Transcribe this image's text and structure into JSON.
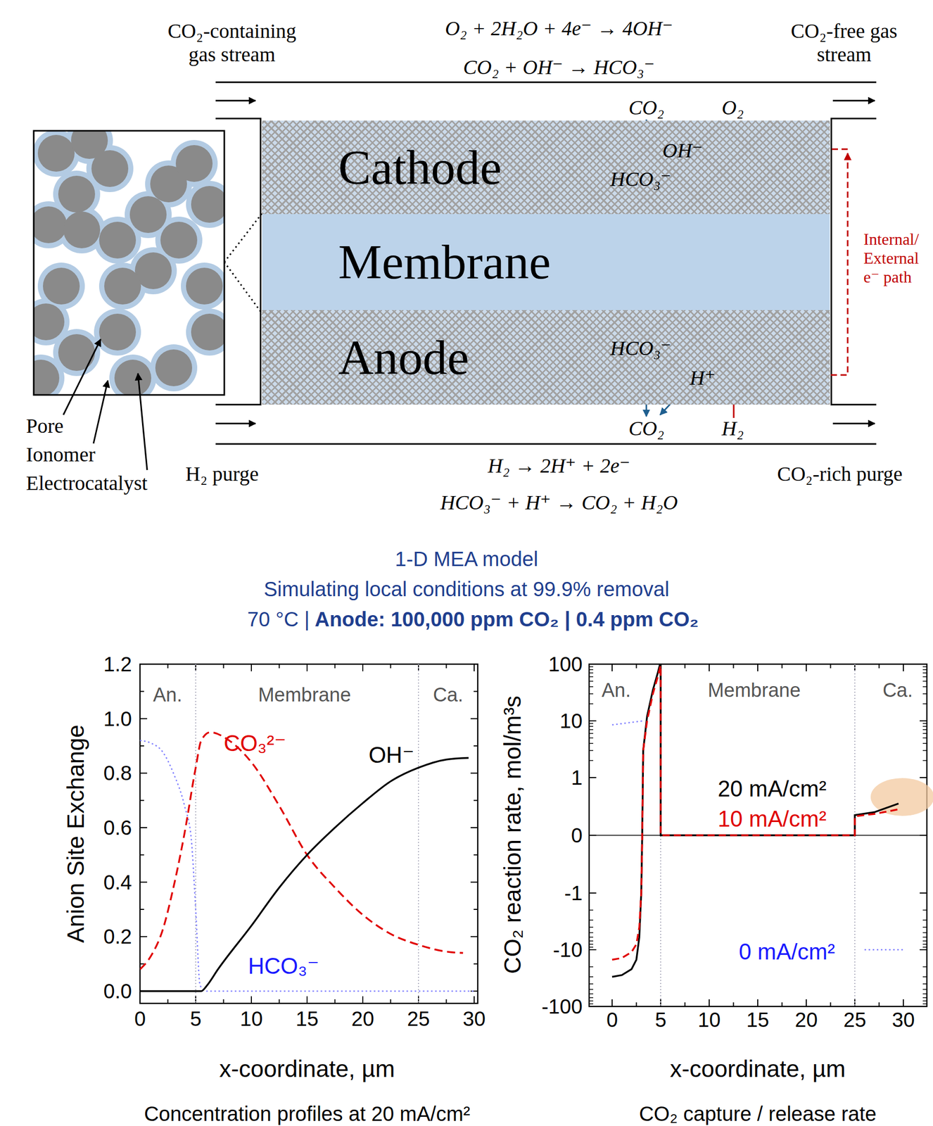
{
  "diagram": {
    "nodes": [
      {
        "text": [
          "Cathode"
        ]
      },
      {
        "text": [
          "Membrane"
        ]
      },
      {
        "text": [
          "Anode"
        ]
      }
    ],
    "labels": [
      "CO₂-containing gas stream",
      "O₂ + 2H₂O + 4e⁻ → 4OH⁻",
      "CO₂ + OH⁻ → HCO₃⁻",
      "CO₂-free gas stream",
      "CO₂",
      "O₂",
      "OH⁻",
      "HCO₃⁻",
      "HCO₃⁻",
      "H⁺",
      "CO₂",
      "H₂",
      "Internal/ External e⁻ path",
      "Pore",
      "Ionomer",
      "Electrocatalyst",
      "H₂ purge",
      "H₂ → 2H⁺ + 2e⁻",
      "HCO₃⁻ + H⁺ → CO₂ + H₂O",
      "CO₂-rich purge",
      "1-D MEA model",
      "Simulating local conditions at 99.9% removal",
      "70 °C |",
      "Anode: 100,000 ppm CO₂ | 0.4 ppm CO₂",
      "An.",
      "Membrane",
      "Ca.",
      "CO₃²⁻",
      "OH⁻",
      "HCO₃⁻",
      "0.0",
      "0.2",
      "0.4",
      "0.6",
      "0.8",
      "1.0",
      "1.2",
      "0",
      "5",
      "10",
      "15",
      "20",
      "25",
      "30",
      "Anion Site Exchange",
      "x-coordinate, µm",
      "Concentration profiles at 20 mA/cm²",
      "An.",
      "Membrane",
      "Ca.",
      "20 mA/cm²",
      "10 mA/cm²",
      "0 mA/cm²",
      "100",
      "10",
      "1",
      "0",
      "-1",
      "-10",
      "-100",
      "0",
      "5",
      "10",
      "15",
      "20",
      "25",
      "30",
      "CO₂ reaction rate, mol/m³s",
      "x-coordinate, µm",
      "CO₂ capture / release rate"
    ]
  }
}
